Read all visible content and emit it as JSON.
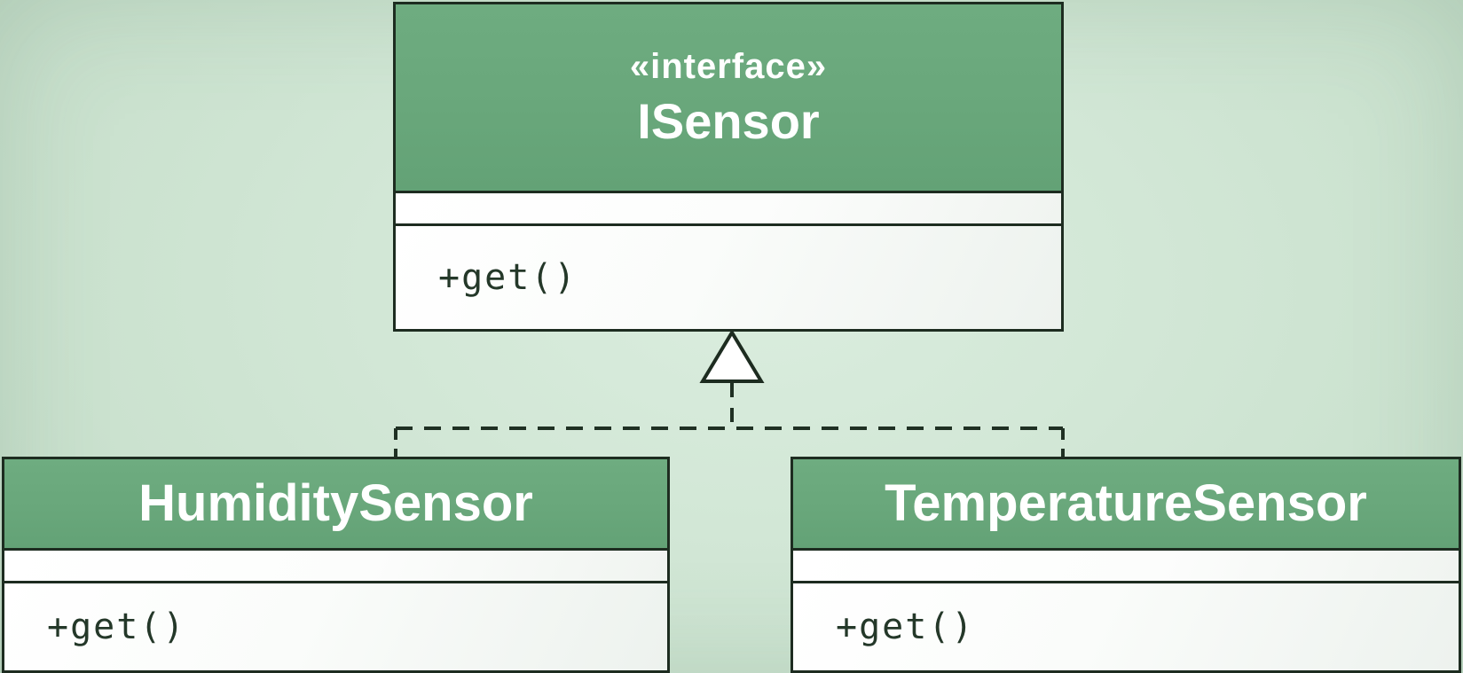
{
  "diagram": {
    "kind": "uml-class-diagram",
    "relationship": "realization",
    "interface": {
      "stereotype": "«interface»",
      "name": "ISensor",
      "attributes": "",
      "methods": [
        "+get()"
      ]
    },
    "classes": [
      {
        "name": "HumiditySensor",
        "attributes": "",
        "methods": [
          "+get()"
        ]
      },
      {
        "name": "TemperatureSensor",
        "attributes": "",
        "methods": [
          "+get()"
        ]
      }
    ]
  },
  "colors": {
    "header_green": "#69a77b",
    "background_mint": "#cfe5d3",
    "border_dark": "#1d2c20",
    "method_text": "#243829",
    "title_text": "#ffffff",
    "arrow_fill": "#ffffff"
  }
}
